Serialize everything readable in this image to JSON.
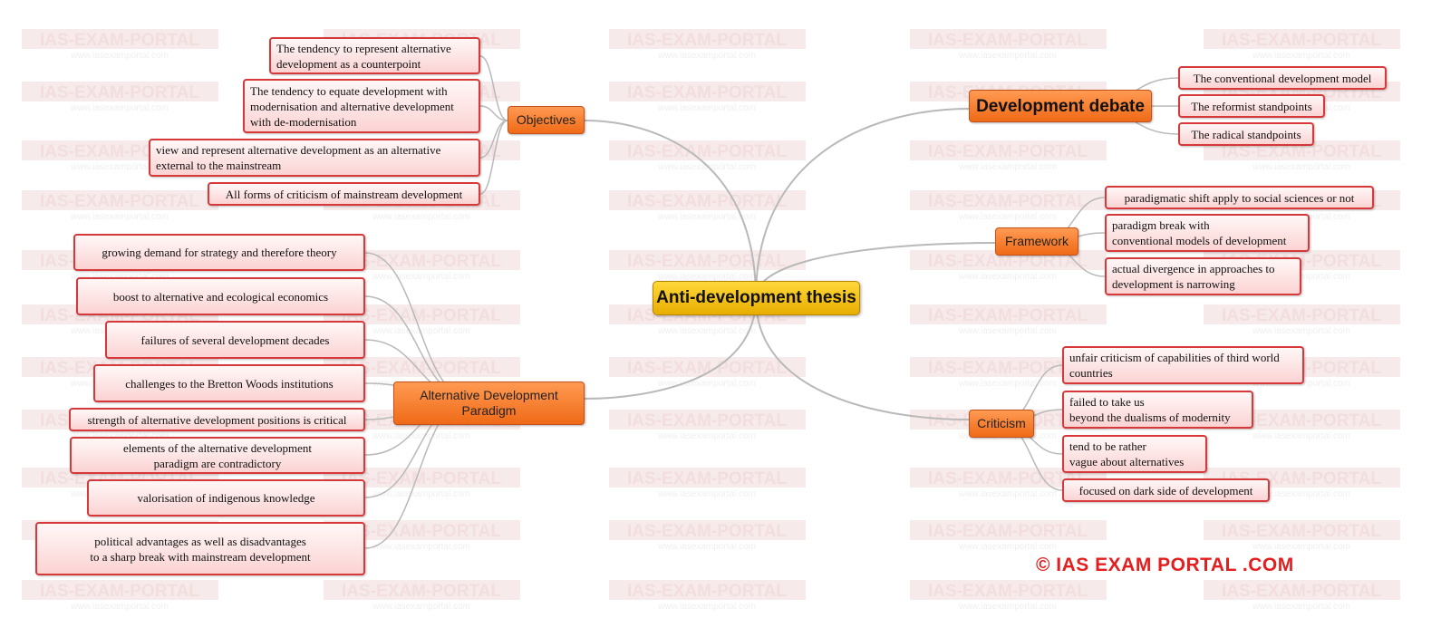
{
  "watermark": {
    "text": "IAS-EXAM-PORTAL",
    "url": "www.iasexamportal.com"
  },
  "colors": {
    "leaf_border": "#d7383a",
    "branch_fill": "#ef6a17",
    "center_fill": "#f2be12",
    "link": "#b9b9b9",
    "copyright": "#e41e1e"
  },
  "center": {
    "label": "Anti-development thesis"
  },
  "branches": {
    "objectives": {
      "label": "Objectives",
      "children": [
        "The tendency to represent alternative\ndevelopment as a counterpoint",
        "The tendency to equate development with\nmodernisation and alternative development\nwith de-modernisation",
        "view and represent alternative development as an alternative\nexternal to the mainstream",
        "All forms of criticism of mainstream development"
      ]
    },
    "paradigm": {
      "label": "Alternative Development\nParadigm",
      "children": [
        "growing demand for strategy and therefore theory",
        "boost to alternative and ecological economics",
        "failures of several development decades",
        "challenges to the Bretton Woods institutions",
        "strength of alternative development positions is critical",
        "elements of the alternative development\nparadigm are contradictory",
        "valorisation of indigenous knowledge",
        "political advantages as well as disadvantages\nto a sharp break with mainstream development"
      ]
    },
    "debate": {
      "label": "Development debate",
      "children": [
        "The conventional development model",
        "The reformist standpoints",
        "The radical standpoints"
      ]
    },
    "framework": {
      "label": "Framework",
      "children": [
        "paradigmatic shift apply to social sciences or not",
        "paradigm break with\nconventional models of development",
        "actual divergence in approaches to\ndevelopment is narrowing"
      ]
    },
    "criticism": {
      "label": "Criticism",
      "children": [
        "unfair criticism of capabilities of third world\ncountries",
        "failed to take us\nbeyond the dualisms of modernity",
        " tend to be rather\nvague about alternatives",
        "focused on dark side of development"
      ]
    }
  },
  "copyright": "© IAS EXAM PORTAL .COM"
}
